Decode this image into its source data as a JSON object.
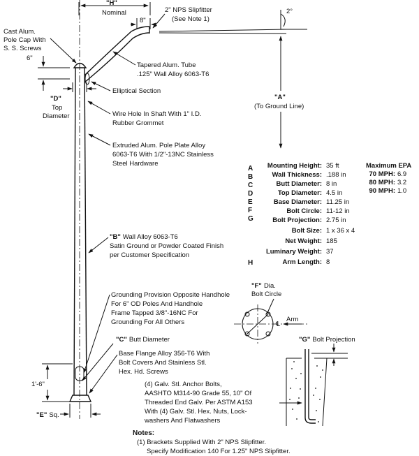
{
  "callouts": {
    "h_dim": "\"H\"",
    "nominal": "Nominal",
    "eight_in": "8\"",
    "slipfitter_line1": "2\" NPS Slipfitter",
    "slipfitter_line2": "(See Note 1)",
    "two_deg": "2°",
    "pole_cap_line1": "Cast Alum.",
    "pole_cap_line2": "Pole Cap With",
    "pole_cap_line3": "S. S. Screws",
    "six_in": "6\"",
    "tube_line1": "Tapered Alum. Tube",
    "tube_line2": ".125\" Wall Alloy 6063-T6",
    "d_dim": "\"D\"",
    "d_top": "Top",
    "d_diameter": "Diameter",
    "elliptical": "Elliptical Section",
    "a_dim": "\"A\"",
    "a_ground": "(To Ground Line)",
    "wire_line1": "Wire Hole In Shaft With 1\" I.D.",
    "wire_line2": "Rubber Grommet",
    "pole_plate_line1": "Extruded Alum. Pole Plate Alloy",
    "pole_plate_line2": "6063-T6 With 1/2\"-13NC Stainless",
    "pole_plate_line3": "Steel Hardware",
    "b_dim": "\"B\"",
    "b_line1": "Wall Alloy 6063-T6",
    "b_line2": "Satin Ground or Powder Coated Finish",
    "b_line3": "per Customer Specification",
    "f_dim": "\"F\"",
    "f_dia": "Dia.",
    "f_bolt_circle": "Bolt Circle",
    "arm": "Arm",
    "ground_line1": "Grounding Provision Opposite Handhole",
    "ground_line2": "For 6\" OD Poles And Handhole",
    "ground_line3": "Frame Tapped 3/8\"-16NC For",
    "ground_line4": "Grounding For All Others",
    "c_dim": "\"C\"",
    "c_text": "Butt Diameter",
    "g_dim": "\"G\"",
    "g_text": "Bolt Projection",
    "base_line1": "Base Flange Alloy 356-T6 With",
    "base_line2": "Bolt Covers And Stainless Stl.",
    "base_line3": "Hex. Hd. Screws",
    "anchor_line1": "(4) Galv. Stl. Anchor Bolts,",
    "anchor_line2": "AASHTO M314-90 Grade 55, 10\" Of",
    "anchor_line3": "Threaded End Galv. Per ASTM A153",
    "anchor_line4": "With (4) Galv. Stl. Hex. Nuts, Lock-",
    "anchor_line5": "washers And Flatwashers",
    "one_six": "1'-6\"",
    "e_dim": "\"E\"",
    "e_text": "Sq."
  },
  "specs": [
    {
      "letter": "A",
      "label": "Mounting Height:",
      "value": "35 ft"
    },
    {
      "letter": "B",
      "label": "Wall Thickness:",
      "value": ".188 in"
    },
    {
      "letter": "C",
      "label": "Butt Diameter:",
      "value": "8 in"
    },
    {
      "letter": "D",
      "label": "Top Diameter:",
      "value": "4.5 in"
    },
    {
      "letter": "E",
      "label": "Base Diameter:",
      "value": "11.25 in"
    },
    {
      "letter": "F",
      "label": "Bolt Circle:",
      "value": "11-12 in"
    },
    {
      "letter": "G",
      "label": "Bolt Projection:",
      "value": "2.75 in"
    },
    {
      "letter": "",
      "label": "Bolt Size:",
      "value": "1 x 36 x 4"
    },
    {
      "letter": "",
      "label": "Net Weight:",
      "value": "185"
    },
    {
      "letter": "",
      "label": "Luminary Weight:",
      "value": "37"
    },
    {
      "letter": "H",
      "label": "Arm Length:",
      "value": "8"
    }
  ],
  "epa": {
    "title": "Maximum EPA",
    "rows": [
      {
        "label": "70 MPH:",
        "value": "6.9"
      },
      {
        "label": "80 MPH:",
        "value": "3.2"
      },
      {
        "label": "90 MPH:",
        "value": "1.0"
      }
    ]
  },
  "notes": {
    "title": "Notes:",
    "line1": "(1) Brackets Supplied With 2\" NPS Slipfitter.",
    "line2": "Specify Modification 140 For 1.25\" NPS Slipfitter."
  }
}
